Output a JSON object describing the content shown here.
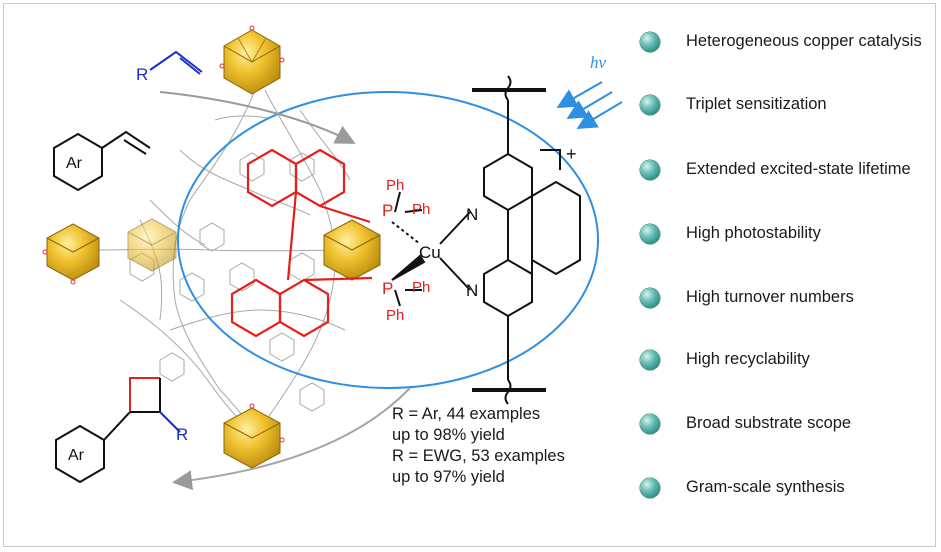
{
  "labels": {
    "r_alkene": "R",
    "ar_styrene": "Ar",
    "ar_product": "Ar",
    "r_product": "R",
    "cu": "Cu",
    "n_top": "N",
    "n_bottom": "N",
    "p_top": "P",
    "p_bottom": "P",
    "ph_1": "Ph",
    "ph_2": "Ph",
    "ph_3": "Ph",
    "ph_4": "Ph",
    "charge": "+",
    "light": "hν"
  },
  "yields": [
    "R = Ar, 44 examples",
    "up to 98% yield",
    "R = EWG, 53 examples",
    "up to 97% yield"
  ],
  "features": [
    {
      "text": "Heterogeneous copper catalysis"
    },
    {
      "text": "Triplet sensitization"
    },
    {
      "text": "Extended excited-state lifetime"
    },
    {
      "text": "High photostability"
    },
    {
      "text": "High turnover numbers"
    },
    {
      "text": "High recyclability"
    },
    {
      "text": "Broad substrate scope"
    },
    {
      "text": "Gram-scale synthesis"
    }
  ],
  "colors": {
    "ellipse": "#2f8fe0",
    "binaphthyl": "#e3201b",
    "bond_black": "#111111",
    "substituent_blue": "#1a2fd0",
    "cluster_gold": "#e8b92a",
    "bullet_teal": "#2e8f85",
    "arrow_gray": "#a0a0a0"
  }
}
